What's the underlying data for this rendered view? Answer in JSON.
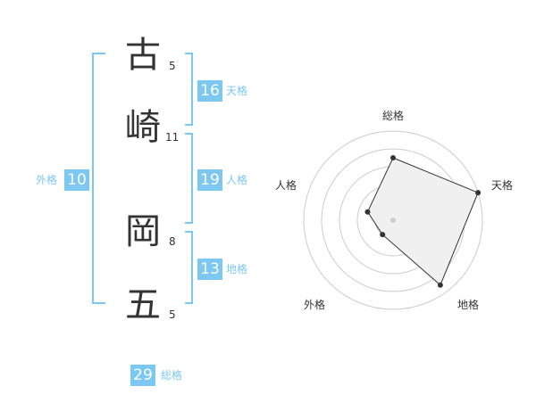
{
  "colors": {
    "accent": "#7cc8f2",
    "text": "#333333",
    "grid": "#cccccc",
    "fill": "#f0f0f0"
  },
  "name": {
    "chars": [
      {
        "char": "古",
        "strokes": "5"
      },
      {
        "char": "崎",
        "strokes": "11"
      },
      {
        "char": "岡",
        "strokes": "8"
      },
      {
        "char": "五",
        "strokes": "5"
      }
    ]
  },
  "scores": {
    "tenkaku": {
      "value": "16",
      "label": "天格"
    },
    "jinkaku": {
      "value": "19",
      "label": "人格"
    },
    "chikaku": {
      "value": "13",
      "label": "地格"
    },
    "gaikaku": {
      "value": "10",
      "label": "外格"
    },
    "soukaku": {
      "value": "29",
      "label": "総格"
    }
  },
  "radar": {
    "axes": [
      "総格",
      "天格",
      "地格",
      "外格",
      "人格"
    ],
    "levels": 5,
    "values": [
      3.5,
      5,
      4.5,
      1,
      1.5
    ]
  }
}
